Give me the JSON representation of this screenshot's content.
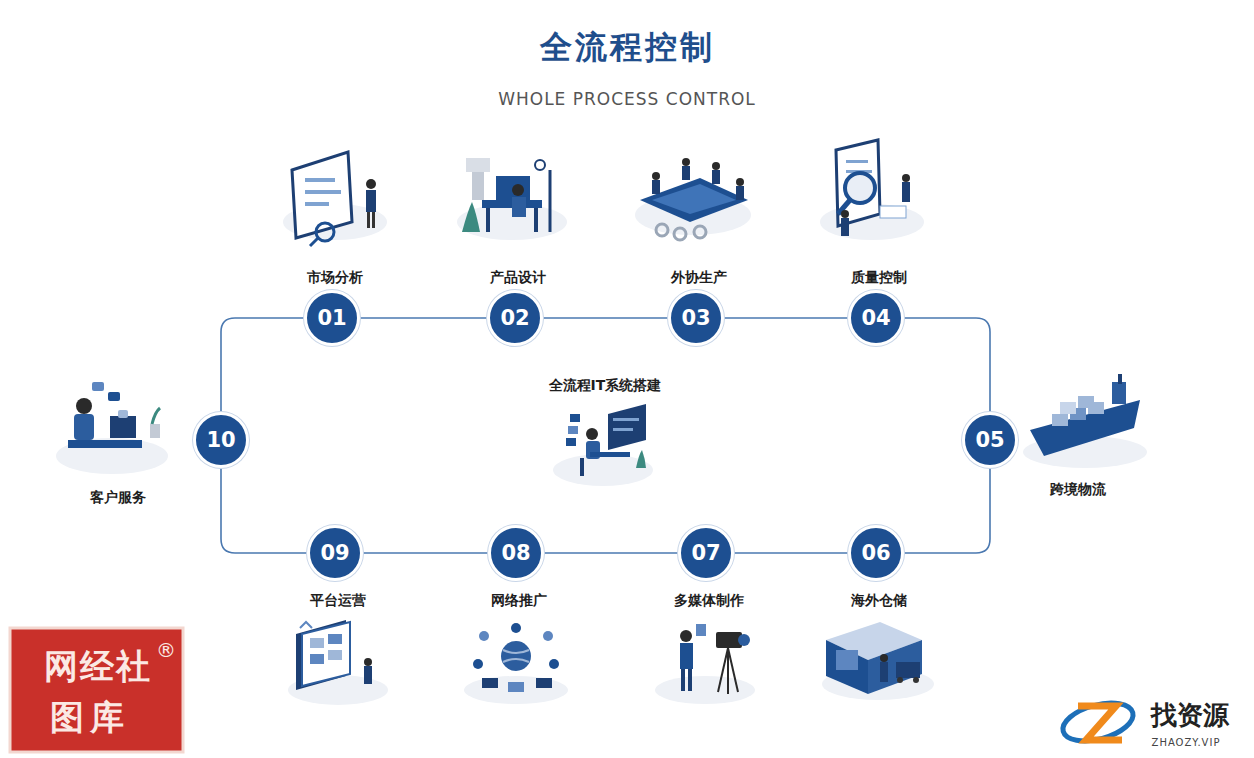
{
  "diagram": {
    "title": "全流程控制",
    "nodes": [
      {
        "text": [
          "市场分析",
          "01"
        ]
      },
      {
        "text": [
          "产品设计",
          "02"
        ]
      },
      {
        "text": [
          "外协生产",
          "03"
        ]
      },
      {
        "text": [
          "质量控制",
          "04"
        ]
      },
      {
        "text": [
          "跨境物流",
          "05"
        ]
      },
      {
        "text": [
          "海外仓储",
          "06"
        ]
      },
      {
        "text": [
          "多媒体制作",
          "07"
        ]
      },
      {
        "text": [
          "网络推广",
          "08"
        ]
      },
      {
        "text": [
          "平台运营",
          "09"
        ]
      },
      {
        "text": [
          "客户服务",
          "10"
        ]
      }
    ],
    "edges": [
      {
        "from": 0,
        "to": 1,
        "arrow": "none"
      },
      {
        "from": 1,
        "to": 2,
        "arrow": "none"
      },
      {
        "from": 2,
        "to": 3,
        "arrow": "none"
      },
      {
        "from": 3,
        "to": 4,
        "arrow": "none"
      },
      {
        "from": 4,
        "to": 5,
        "arrow": "none"
      },
      {
        "from": 5,
        "to": 6,
        "arrow": "none"
      },
      {
        "from": 6,
        "to": 7,
        "arrow": "none"
      },
      {
        "from": 7,
        "to": 8,
        "arrow": "none"
      },
      {
        "from": 8,
        "to": 9,
        "arrow": "none"
      },
      {
        "from": 9,
        "to": 0,
        "arrow": "none"
      }
    ],
    "labels": [
      "WHOLE PROCESS CONTROL",
      "全流程IT系统搭建",
      "网经社",
      "图库",
      "®",
      "找资源",
      "ZHAOZY.VIP"
    ]
  }
}
